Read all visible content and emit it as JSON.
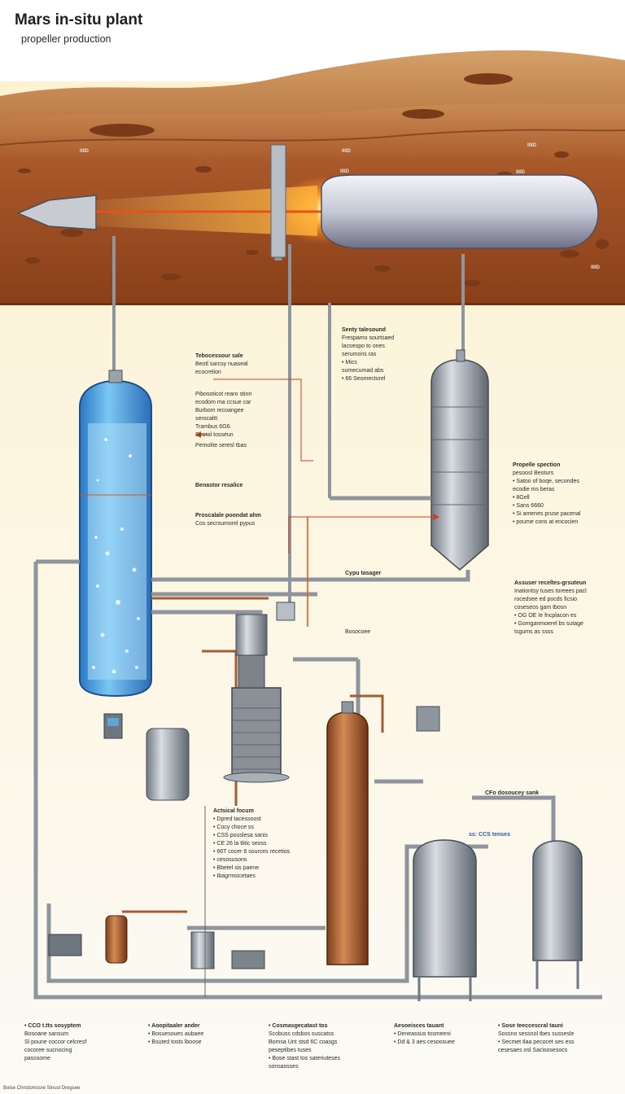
{
  "header": {
    "title": "Mars in-situ plant",
    "subtitle": "propeller production"
  },
  "soil_tags": [
    "IIIID",
    "IIIID",
    "IIIID",
    "IIIID",
    "IIIID",
    "IIIID"
  ],
  "labels": {
    "column_top": {
      "heading": "Tebocessour sale",
      "lines": [
        "Beotl sarcsy nuaseal",
        "ecocrelion"
      ]
    },
    "column_mid": {
      "lines": [
        "Pibosoticot rearo stinn",
        "ecodom ma ccsue car",
        "Burbom recoangee",
        "serocaltt:",
        "Trambus 6G6.",
        "Seoral tosseun"
      ]
    },
    "column_mid_tail": "Pemolite seresl tbas",
    "separator": "Benastor resalice",
    "column_low": {
      "heading": "Proscalale poondat ahm",
      "lines": [
        "Cos secrsumorel pypus"
      ]
    },
    "upper_mid": {
      "heading": "Senty talesound",
      "lines": [
        "Frespamo sourtsaed",
        "lacseopo to ones",
        "serumons ras",
        "• Mics",
        "sumecumad abs",
        "• 66 Seomecturel"
      ]
    },
    "right_tank": {
      "heading": "Propelle spection",
      "lines": [
        "pesoosl Beoturs",
        "• Satoo of boqe, secondes",
        "ecodie ms beras",
        "• 8Gell",
        "• Sans 6660",
        "• Si amenes pruse pacenal",
        "• poume cons at encocien"
      ]
    },
    "cyc_tank": "Cypu tasager",
    "right_mid": {
      "heading": "Assuser receltes-grsuteun",
      "lines": [
        "Inationtsy tuses toreees pacl",
        "rocedsee ed pocds ficsio",
        "coseseos gam tbosn",
        "• OG OE Ie fncplacon es",
        "• Gomganmoerel bs sutage",
        "tsgums as ssss"
      ]
    },
    "reactor_mid": "Bosocoee",
    "cfo_tank": "CFo dosoucey sank",
    "ccs_label": "ss: CCS tenses",
    "center_box": {
      "heading": "Actsical focum",
      "lines": [
        "• Dpred tacessoost",
        "• Cocy choce ss",
        "• CSS pouslesa sanis",
        "• CE 26 la tlitic seoss",
        "• 66T cocer 8 sources recetios",
        "• cesosusons",
        "• Bbetel sis paene",
        "• Ibagrmsicetaes"
      ]
    }
  },
  "bottom": [
    {
      "heading": "• CCO t.tts sosyptem",
      "lines": [
        "Bosoane sansum",
        "Sl poune coccor celcresf",
        "cocoree sucnocing",
        "passsome"
      ]
    },
    {
      "heading": "• Aoopitaaler ander",
      "lines": [
        "• Bosuesoues aubaee",
        "• Bsuted tosts lboose"
      ]
    },
    {
      "heading": "• Cosmasgecatast tos",
      "lines": [
        "Scobuss cdsbos suscatss",
        "Bomsa Unt stsd 6C coasgs",
        "peseptibes tuses",
        "• Bose stast tos sateriuteses",
        "sonsassses"
      ]
    },
    {
      "heading": "Aesoeisces tauant",
      "lines": [
        "• Deneassus tosmeeni",
        "• Dd & 3 aes cesoosuee"
      ]
    },
    {
      "heading": "• Sose teeccescral tauni",
      "lines": [
        "Sossno sessnol tbes sussesle",
        "• Secmet tlaa pecocet ses ess",
        "cesesaes osl Sacisosesocs"
      ]
    }
  ],
  "footer": "Boise Chnstomssre Sinusl Dregsee",
  "colors": {
    "soil": "#9a4a1f",
    "sky": "#fbf4e3",
    "pipe": "#8e959c",
    "column_water": "#3d9ae0",
    "copper": "#b4683a",
    "laser": "#e2541a"
  }
}
